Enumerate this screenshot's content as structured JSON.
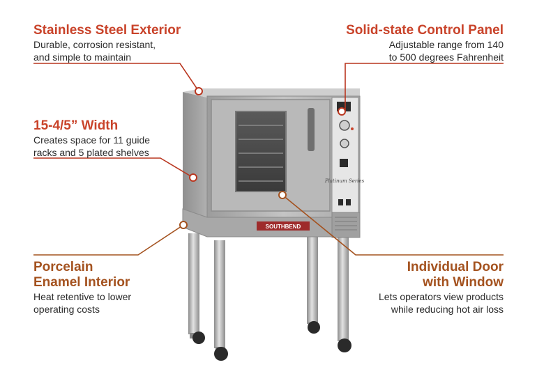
{
  "callouts": {
    "stainless": {
      "title": "Stainless Steel Exterior",
      "line1": "Durable, corrosion resistant,",
      "line2": "and simple to maintain"
    },
    "control": {
      "title": "Solid-state Control Panel",
      "line1": "Adjustable range from 140",
      "line2": "to 500 degrees Fahrenheit"
    },
    "width": {
      "title": "15-4/5” Width",
      "line1": "Creates space for 11 guide",
      "line2": "racks and 5 plated shelves"
    },
    "porcelain": {
      "title1": "Porcelain",
      "title2": "Enamel Interior",
      "line1": "Heat retentive to lower",
      "line2": "operating costs"
    },
    "door": {
      "title1": "Individual Door",
      "title2": "with Window",
      "line1": "Lets operators view products",
      "line2": "while reducing hot air loss"
    }
  },
  "oven": {
    "brand": "SOUTHBEND",
    "model_script": "Platinum Series"
  },
  "colors": {
    "accent_red": "#c9432a",
    "accent_brown": "#a4521f",
    "leader_line": "#b9361f",
    "steel": "#b4b4b4"
  }
}
